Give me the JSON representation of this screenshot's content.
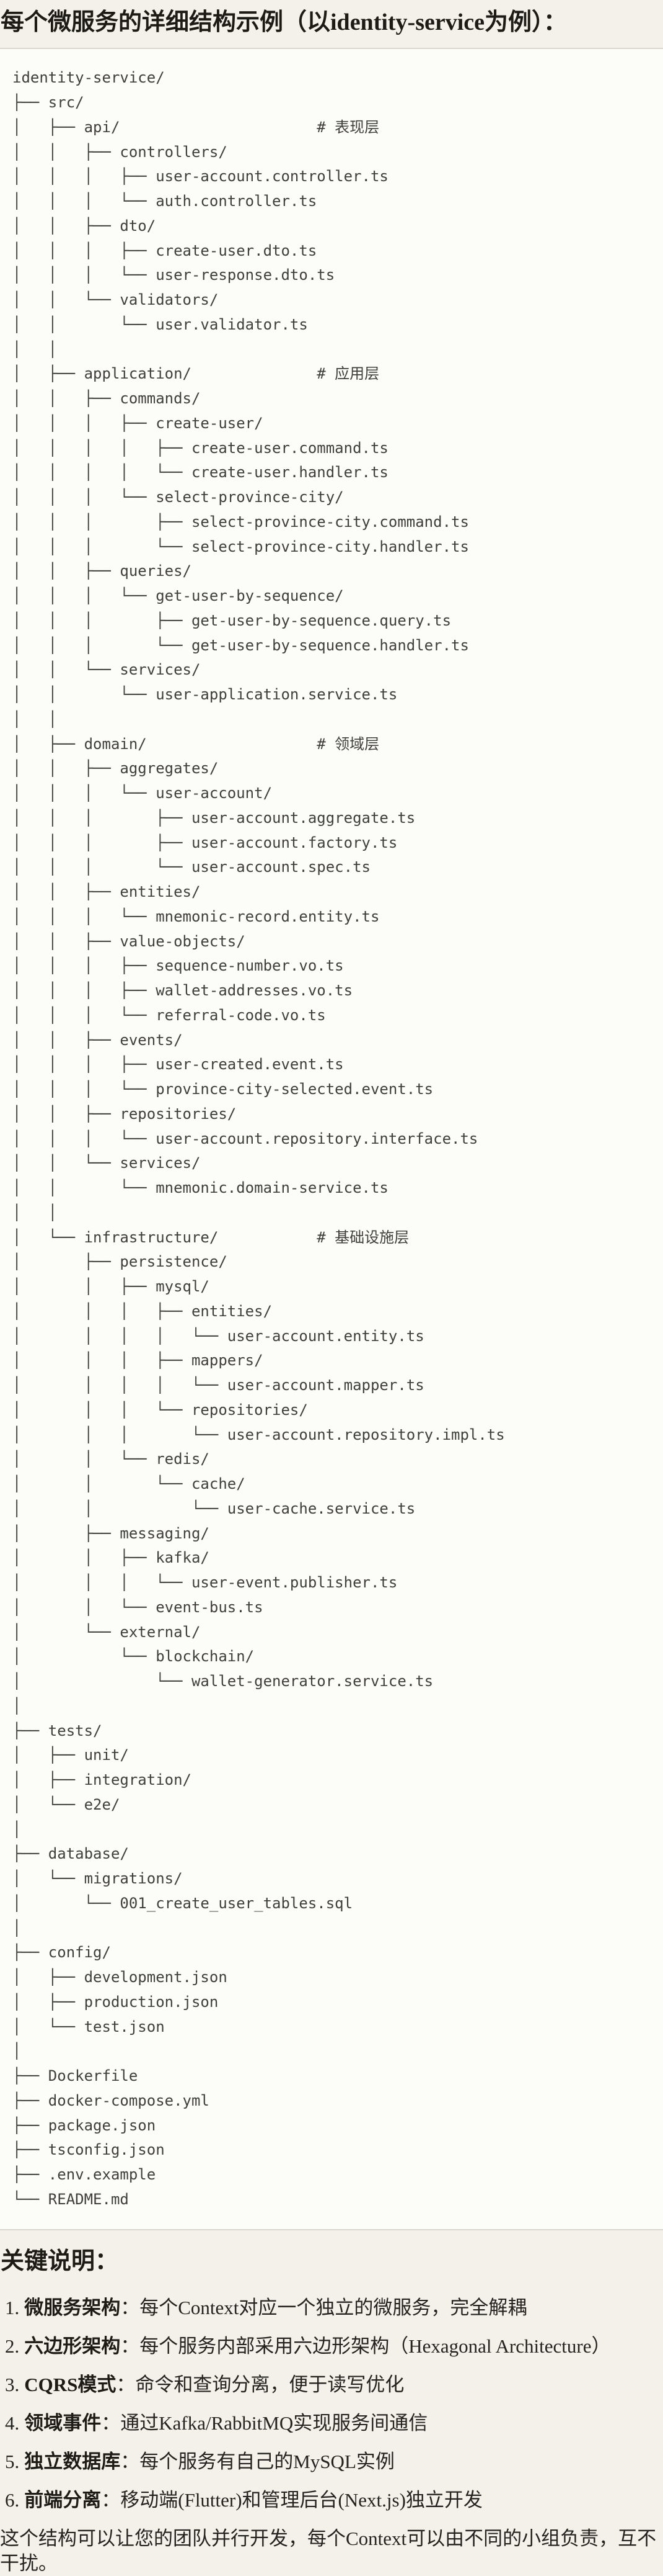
{
  "page": {
    "title": "每个微服务的详细结构示例（以identity-service为例）：",
    "notes_heading": "关键说明：",
    "closing": "这个结构可以让您的团队并行开发，每个Context可以由不同的小组负责，互不干扰。"
  },
  "colors": {
    "page_bg": "#f3f1ea",
    "code_bg": "#fcfcf9",
    "code_border": "#d8d6cf",
    "heading_text": "#1c1b16",
    "tree_text": "#403f3a"
  },
  "tree": {
    "lines": [
      "identity-service/",
      "├── src/",
      "│   ├── api/                      # 表现层",
      "│   │   ├── controllers/",
      "│   │   │   ├── user-account.controller.ts",
      "│   │   │   └── auth.controller.ts",
      "│   │   ├── dto/",
      "│   │   │   ├── create-user.dto.ts",
      "│   │   │   └── user-response.dto.ts",
      "│   │   └── validators/",
      "│   │       └── user.validator.ts",
      "│   │",
      "│   ├── application/              # 应用层",
      "│   │   ├── commands/",
      "│   │   │   ├── create-user/",
      "│   │   │   │   ├── create-user.command.ts",
      "│   │   │   │   └── create-user.handler.ts",
      "│   │   │   └── select-province-city/",
      "│   │   │       ├── select-province-city.command.ts",
      "│   │   │       └── select-province-city.handler.ts",
      "│   │   ├── queries/",
      "│   │   │   └── get-user-by-sequence/",
      "│   │   │       ├── get-user-by-sequence.query.ts",
      "│   │   │       └── get-user-by-sequence.handler.ts",
      "│   │   └── services/",
      "│   │       └── user-application.service.ts",
      "│   │",
      "│   ├── domain/                   # 领域层",
      "│   │   ├── aggregates/",
      "│   │   │   └── user-account/",
      "│   │   │       ├── user-account.aggregate.ts",
      "│   │   │       ├── user-account.factory.ts",
      "│   │   │       └── user-account.spec.ts",
      "│   │   ├── entities/",
      "│   │   │   └── mnemonic-record.entity.ts",
      "│   │   ├── value-objects/",
      "│   │   │   ├── sequence-number.vo.ts",
      "│   │   │   ├── wallet-addresses.vo.ts",
      "│   │   │   └── referral-code.vo.ts",
      "│   │   ├── events/",
      "│   │   │   ├── user-created.event.ts",
      "│   │   │   └── province-city-selected.event.ts",
      "│   │   ├── repositories/",
      "│   │   │   └── user-account.repository.interface.ts",
      "│   │   └── services/",
      "│   │       └── mnemonic.domain-service.ts",
      "│   │",
      "│   └── infrastructure/           # 基础设施层",
      "│       ├── persistence/",
      "│       │   ├── mysql/",
      "│       │   │   ├── entities/",
      "│       │   │   │   └── user-account.entity.ts",
      "│       │   │   ├── mappers/",
      "│       │   │   │   └── user-account.mapper.ts",
      "│       │   │   └── repositories/",
      "│       │   │       └── user-account.repository.impl.ts",
      "│       │   └── redis/",
      "│       │       └── cache/",
      "│       │           └── user-cache.service.ts",
      "│       ├── messaging/",
      "│       │   ├── kafka/",
      "│       │   │   └── user-event.publisher.ts",
      "│       │   └── event-bus.ts",
      "│       └── external/",
      "│           └── blockchain/",
      "│               └── wallet-generator.service.ts",
      "│",
      "├── tests/",
      "│   ├── unit/",
      "│   ├── integration/",
      "│   └── e2e/",
      "│",
      "├── database/",
      "│   └── migrations/",
      "│       └── 001_create_user_tables.sql",
      "│",
      "├── config/",
      "│   ├── development.json",
      "│   ├── production.json",
      "│   └── test.json",
      "│",
      "├── Dockerfile",
      "├── docker-compose.yml",
      "├── package.json",
      "├── tsconfig.json",
      "├── .env.example",
      "└── README.md"
    ]
  },
  "notes": [
    {
      "num": "1.",
      "label": "微服务架构",
      "sep": "：",
      "text": "每个Context对应一个独立的微服务，完全解耦"
    },
    {
      "num": "2.",
      "label": "六边形架构",
      "sep": "：",
      "text": "每个服务内部采用六边形架构（Hexagonal Architecture）"
    },
    {
      "num": "3.",
      "label": "CQRS模式",
      "sep": "：",
      "text": "命令和查询分离，便于读写优化"
    },
    {
      "num": "4.",
      "label": "领域事件",
      "sep": "：",
      "text": "通过Kafka/RabbitMQ实现服务间通信"
    },
    {
      "num": "5.",
      "label": "独立数据库",
      "sep": "：",
      "text": "每个服务有自己的MySQL实例"
    },
    {
      "num": "6.",
      "label": "前端分离",
      "sep": "：",
      "text": "移动端(Flutter)和管理后台(Next.js)独立开发"
    }
  ]
}
